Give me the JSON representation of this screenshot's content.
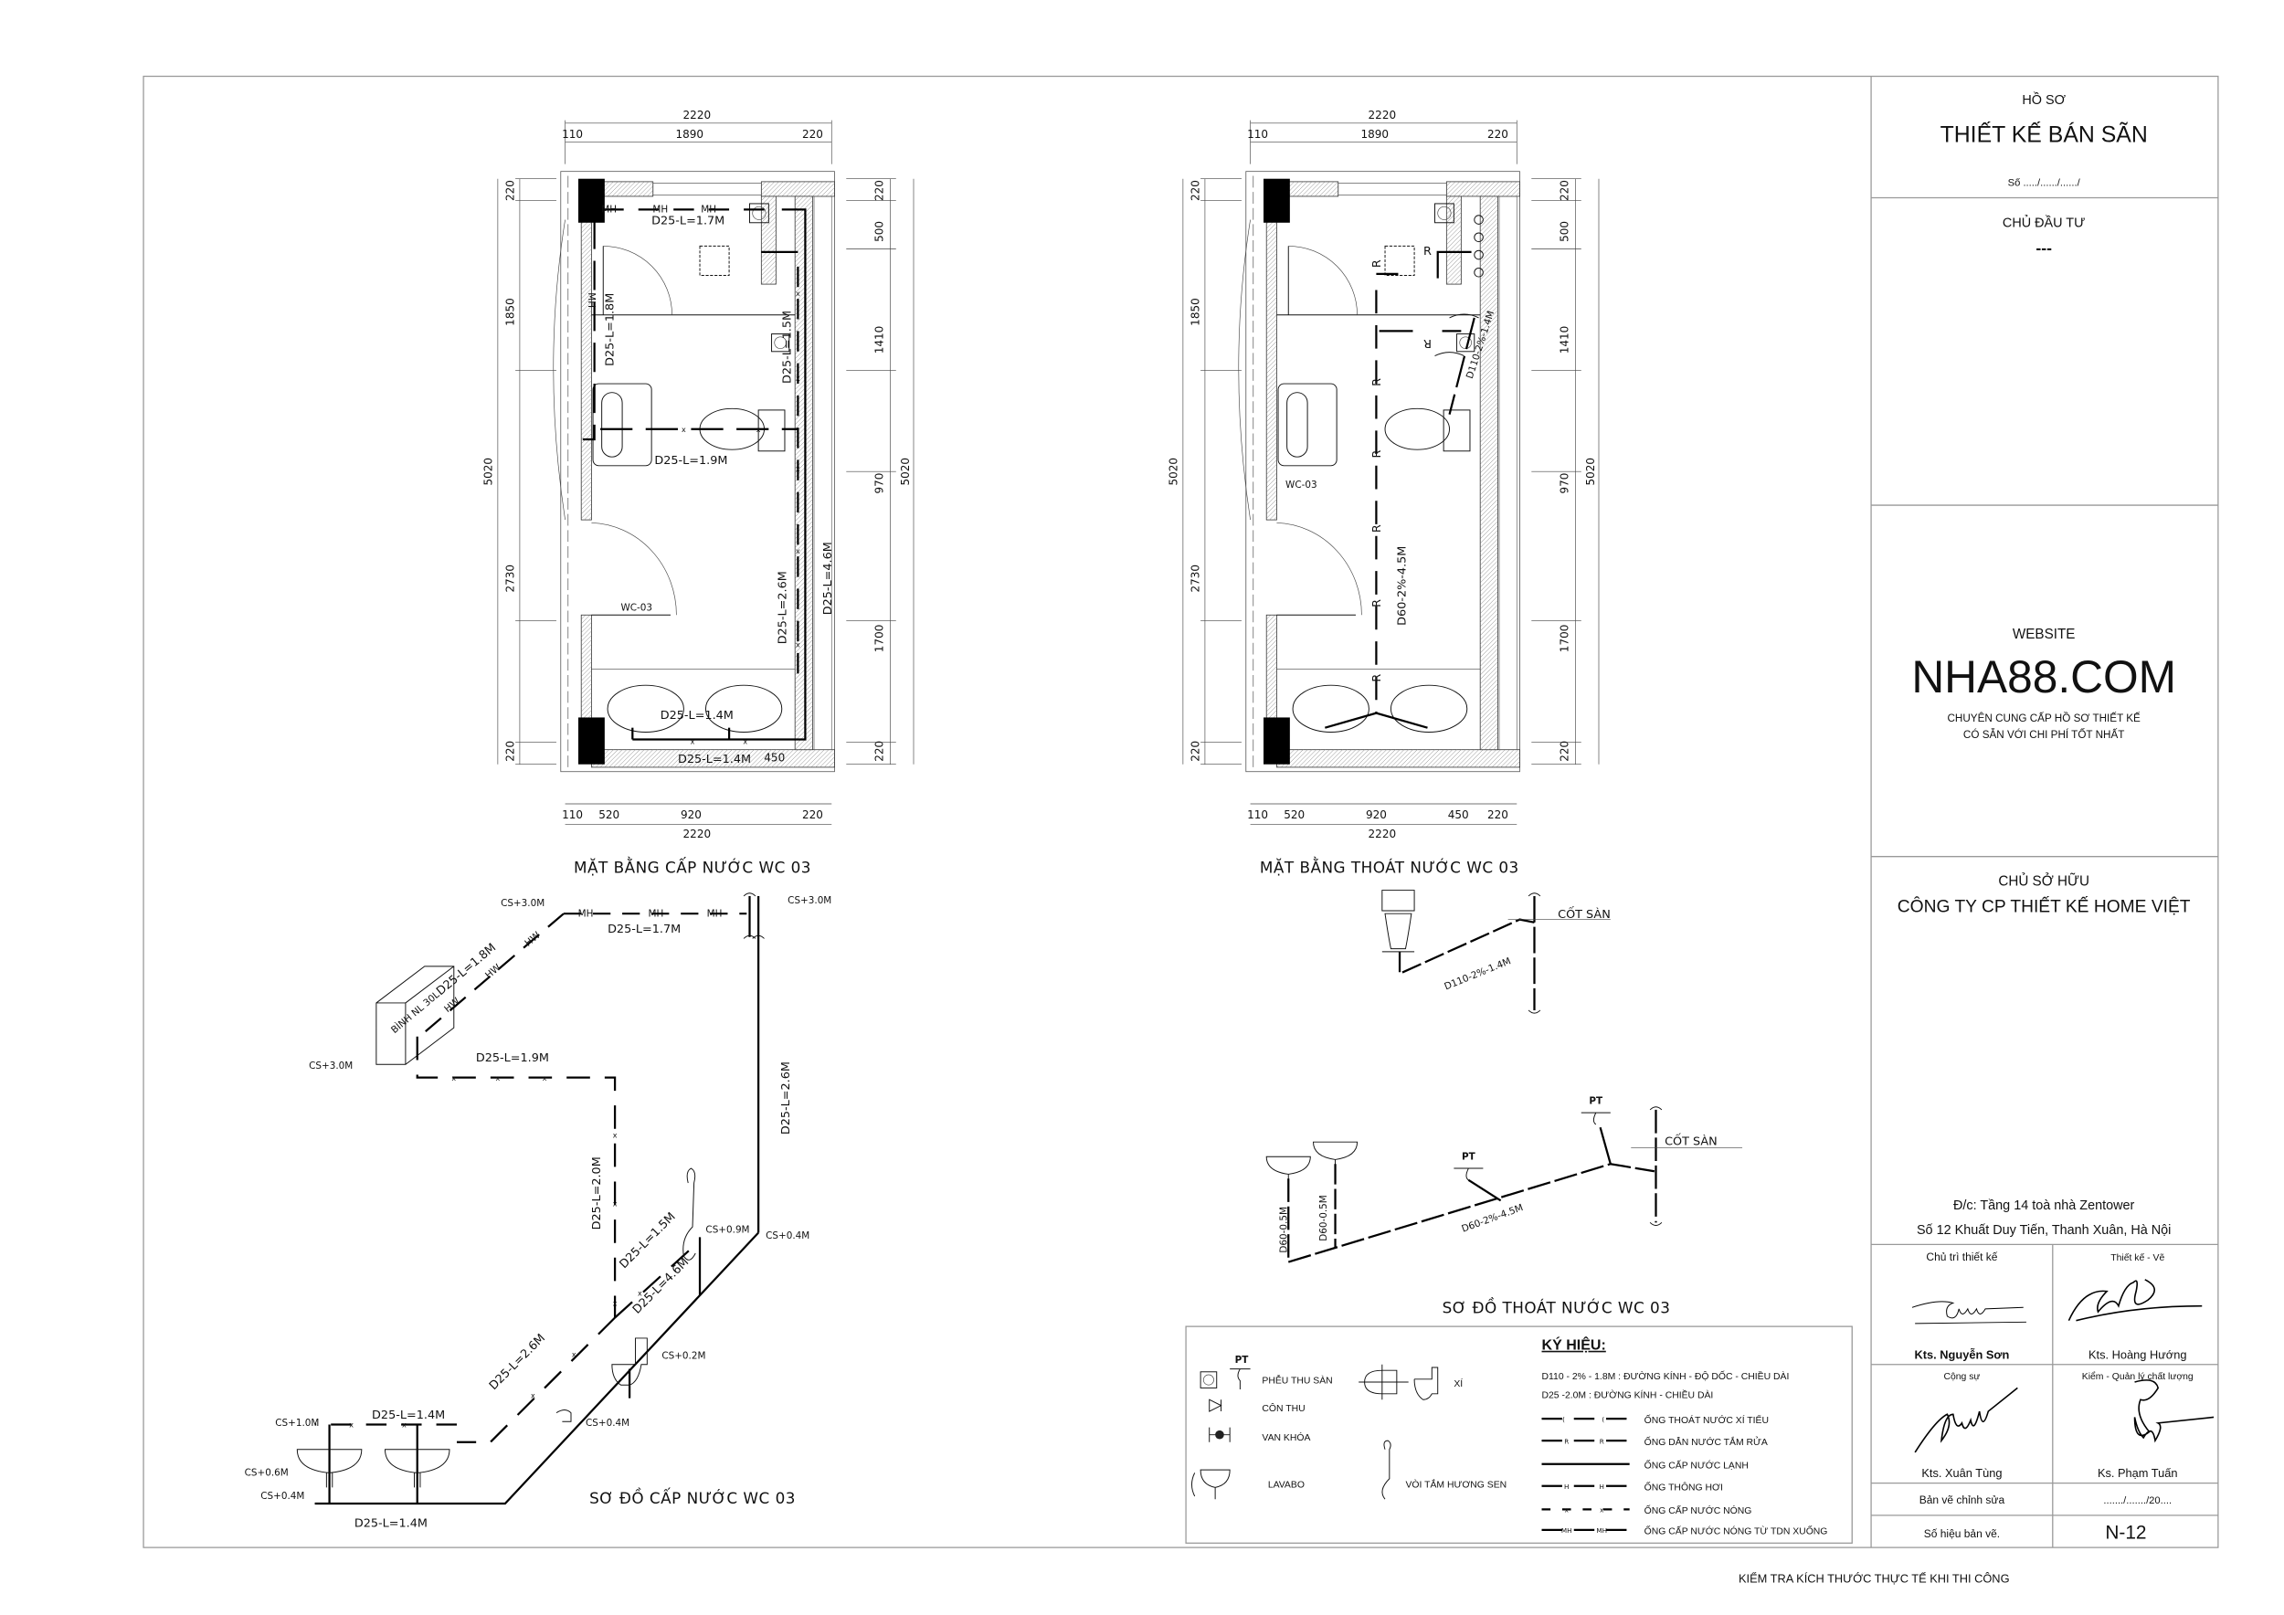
{
  "title_block": {
    "ho_so": "HỒ SƠ",
    "title": "THIẾT KẾ BÁN SÃN",
    "so": "Số ...../....../....../",
    "chu_dau_tu_label": "CHỦ ĐẦU TƯ",
    "chu_dau_tu_value": "---",
    "website_label": "WEBSITE",
    "website": "NHA88.COM",
    "tagline_1": "CHUYÊN CUNG CẤP HỒ SƠ THIẾT KẾ",
    "tagline_2": "CÓ SẴN VỚI CHI PHÍ TỐT NHẤT",
    "chu_so_huu_label": "CHỦ SỞ HỮU",
    "chu_so_huu": "CÔNG TY CP THIẾT KẾ HOME VIỆT",
    "address_1": "Đ/c: Tầng 14 toà nhà Zentower",
    "address_2": "Số 12 Khuất Duy Tiến, Thanh Xuân, Hà Nội",
    "roles": [
      {
        "role": "Chủ trì thiết kế",
        "name": "Kts. Nguyễn Sơn"
      },
      {
        "role": "Thiết kế - Vẽ",
        "name": "Kts. Hoàng Hướng"
      },
      {
        "role": "Cộng sự",
        "name": "Kts. Xuân Tùng"
      },
      {
        "role": "Kiểm - Quản lý chất lượng",
        "name": "Ks. Phạm Tuấn"
      }
    ],
    "revised_label": "Bản vẽ chỉnh sửa",
    "revised_date": "......./......./20....",
    "drawing_no_label": "Số hiệu bản vẽ.",
    "drawing_no": "N-12"
  },
  "footer_note": "KIỂM TRA KÍCH THƯỚC THỰC TẾ KHI THI CÔNG",
  "dims": {
    "top_total": "2220",
    "top_parts": [
      "110",
      "1890",
      "220"
    ],
    "bottom_parts": [
      "110",
      "520",
      "920",
      "450",
      "220"
    ],
    "bottom_total": "2220",
    "left_total": "5020",
    "left_parts": [
      "220",
      "1850",
      "2730",
      "220"
    ],
    "right_total": "5020",
    "right_parts": [
      "220",
      "500",
      "1410",
      "970",
      "1700",
      "220"
    ]
  },
  "plan_supply": {
    "title": "MẶT BẰNG CẤP NƯỚC WC 03",
    "room": "WC-03",
    "mh": "MH",
    "labels": [
      "D25-L=1.7M",
      "D25-L=1.8M",
      "D25-L=1.5M",
      "D25-L=1.9M",
      "D25-L=2.6M",
      "D25-L=4.6M",
      "D25-L=1.4M",
      "D25-L=1.4M"
    ]
  },
  "plan_drain": {
    "title": "MẶT BẰNG THOÁT NƯỚC WC 03",
    "room": "WC-03",
    "r": "R",
    "labels": [
      "D110-2%-1.4M",
      "D60-2%-4.5M"
    ]
  },
  "supply_iso": {
    "title": "SƠ ĐỒ CẤP NƯỚC WC 03",
    "heater": "BÌNH NL 30L",
    "hw": "HW",
    "x": "x",
    "pipes": [
      "D25-L=1.7M",
      "D25-L=1.8M",
      "D25-L=1.9M",
      "D25-L=2.0M",
      "D25-L=2.6M",
      "D25-L=1.5M",
      "D25-L=4.6M",
      "D25-L=2.6M",
      "D25-L=1.4M",
      "D25-L=1.4M"
    ],
    "levels": [
      "CS+3.0M",
      "CS+3.0M",
      "CS+3.0M",
      "CS+0.9M",
      "CS+0.4M",
      "CS+0.2M",
      "CS+0.4M",
      "CS+1.0M",
      "CS+0.6M",
      "CS+0.4M"
    ]
  },
  "drain_iso": {
    "title": "SƠ ĐỒ THOÁT NƯỚC WC 03",
    "floor_level": "CỐT SÀN",
    "pt": "PT",
    "labels": [
      "D110-2%-1.4M",
      "D60-0.5M",
      "D60-0.5M",
      "D60-2%-4.5M"
    ]
  },
  "legend": {
    "heading": "KÝ HIỆU:",
    "pt": "PT",
    "symbols": [
      "PHỄU THU SÀN",
      "CÔN THU",
      "VAN KHÓA",
      "LAVABO",
      "XÍ",
      "VÒI TẮM HƯƠNG SEN"
    ],
    "notes": [
      "D110 - 2% - 1.8M : ĐƯỜNG KÍNH - ĐỘ DỐC - CHIỀU DÀI",
      "D25 -2.0M : ĐƯỜNG KÍNH - CHIỀU DÀI"
    ],
    "lines": [
      {
        "label": "ỐNG THOÁT NƯỚC XÍ TIỂU",
        "mark": "("
      },
      {
        "label": "ỐNG DẪN NƯỚC TẮM RỬA",
        "mark": "R"
      },
      {
        "label": "ỐNG CẤP NƯỚC LẠNH",
        "mark": ""
      },
      {
        "label": "ỐNG THÔNG HƠI",
        "mark": "H"
      },
      {
        "label": "ỐNG CẤP NƯỚC NÓNG",
        "mark": "x"
      },
      {
        "label": "ỐNG CẤP NƯỚC NÓNG TỪ TDN XUỐNG",
        "mark": "MH"
      }
    ]
  }
}
